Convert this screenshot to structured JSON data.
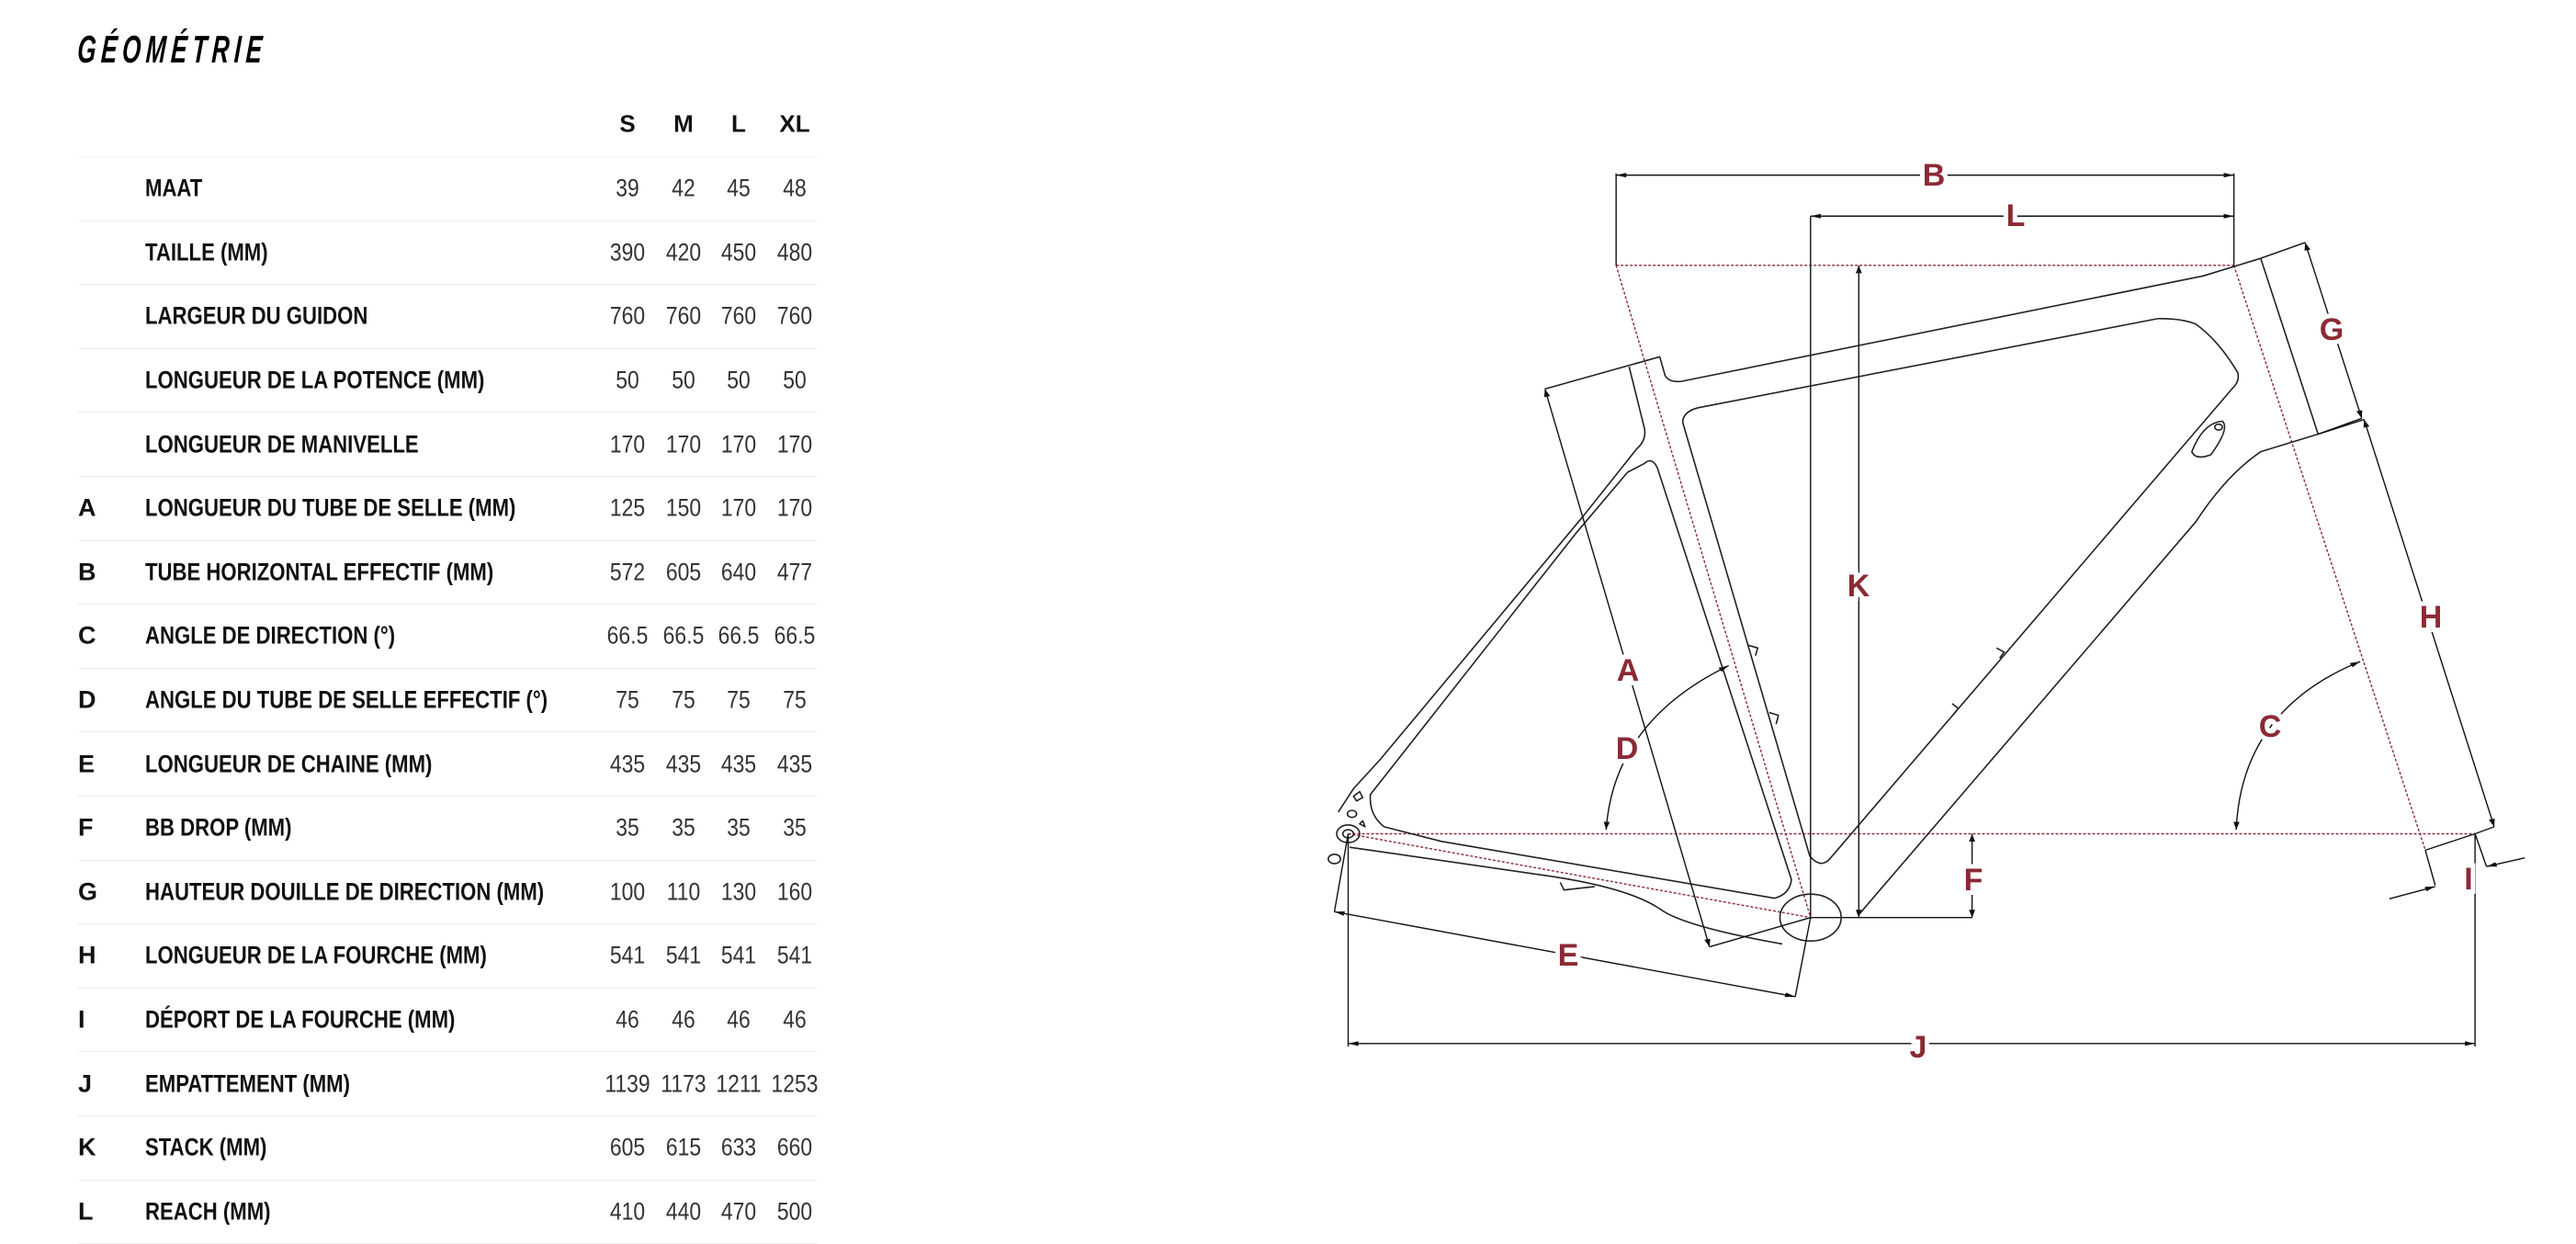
{
  "title": "GÉOMÉTRIE",
  "sizes": [
    "S",
    "M",
    "L",
    "XL"
  ],
  "rows": [
    {
      "letter": "",
      "label": "MAAT",
      "values": [
        "39",
        "42",
        "45",
        "48"
      ]
    },
    {
      "letter": "",
      "label": "TAILLE (MM)",
      "values": [
        "390",
        "420",
        "450",
        "480"
      ]
    },
    {
      "letter": "",
      "label": "LARGEUR DU GUIDON",
      "values": [
        "760",
        "760",
        "760",
        "760"
      ]
    },
    {
      "letter": "",
      "label": "LONGUEUR DE LA POTENCE (MM)",
      "values": [
        "50",
        "50",
        "50",
        "50"
      ]
    },
    {
      "letter": "",
      "label": "LONGUEUR DE MANIVELLE",
      "values": [
        "170",
        "170",
        "170",
        "170"
      ]
    },
    {
      "letter": "A",
      "label": "LONGUEUR DU TUBE DE SELLE (MM)",
      "values": [
        "125",
        "150",
        "170",
        "170"
      ]
    },
    {
      "letter": "B",
      "label": "TUBE HORIZONTAL EFFECTIF (MM)",
      "values": [
        "572",
        "605",
        "640",
        "477"
      ]
    },
    {
      "letter": "C",
      "label": "ANGLE DE DIRECTION (°)",
      "values": [
        "66.5",
        "66.5",
        "66.5",
        "66.5"
      ]
    },
    {
      "letter": "D",
      "label": "ANGLE DU TUBE DE SELLE EFFECTIF (°)",
      "values": [
        "75",
        "75",
        "75",
        "75"
      ]
    },
    {
      "letter": "E",
      "label": "LONGUEUR DE CHAINE (MM)",
      "values": [
        "435",
        "435",
        "435",
        "435"
      ]
    },
    {
      "letter": "F",
      "label": "BB DROP (MM)",
      "values": [
        "35",
        "35",
        "35",
        "35"
      ]
    },
    {
      "letter": "G",
      "label": "HAUTEUR DOUILLE DE DIRECTION (MM)",
      "values": [
        "100",
        "110",
        "130",
        "160"
      ]
    },
    {
      "letter": "H",
      "label": "LONGUEUR DE LA FOURCHE (MM)",
      "values": [
        "541",
        "541",
        "541",
        "541"
      ]
    },
    {
      "letter": "I",
      "label": "DÉPORT DE LA FOURCHE (MM)",
      "values": [
        "46",
        "46",
        "46",
        "46"
      ]
    },
    {
      "letter": "J",
      "label": "EMPATTEMENT (MM)",
      "values": [
        "1139",
        "1173",
        "1211",
        "1253"
      ]
    },
    {
      "letter": "K",
      "label": "STACK (MM)",
      "values": [
        "605",
        "615",
        "633",
        "660"
      ]
    },
    {
      "letter": "L",
      "label": "REACH (MM)",
      "values": [
        "410",
        "440",
        "470",
        "500"
      ]
    }
  ],
  "diagram": {
    "labels": {
      "A": "A",
      "B": "B",
      "C": "C",
      "D": "D",
      "E": "E",
      "F": "F",
      "G": "G",
      "H": "H",
      "I": "I",
      "J": "J",
      "K": "K",
      "L": "L"
    },
    "accent_color": "#8b2a35"
  }
}
